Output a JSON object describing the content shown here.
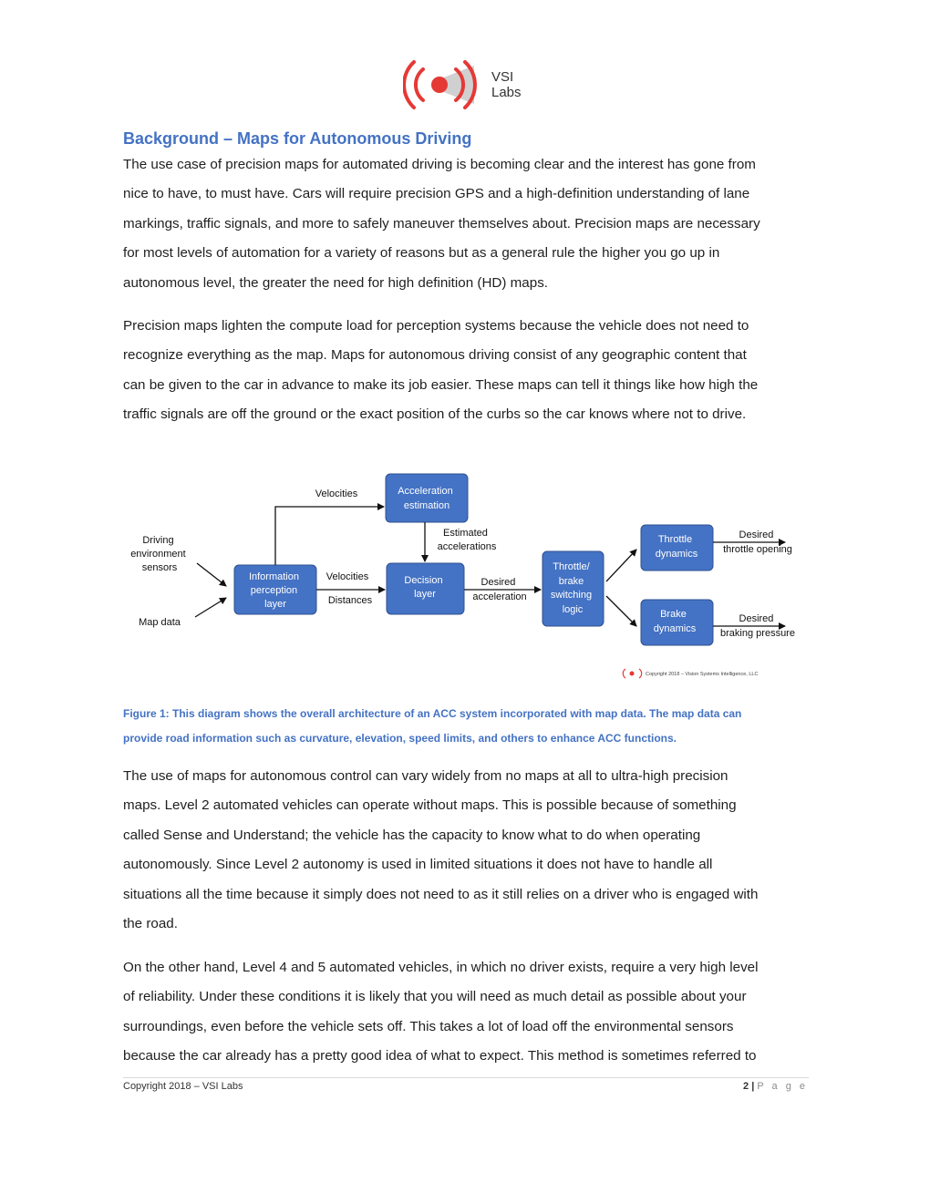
{
  "logo": {
    "line1": "VSI",
    "line2": "Labs",
    "accent_color": "#e53935"
  },
  "heading": "Background – Maps for Autonomous Driving",
  "paragraphs": {
    "p1": [
      "The use case of precision maps for automated driving is becoming clear and the interest has gone from",
      "nice to have, to must have. Cars will require precision GPS and a high-definition understanding of lane",
      "markings, traffic signals, and more to safely maneuver themselves about. Precision maps are necessary",
      "for most levels of automation for a variety of reasons but as a general rule the higher you go up in",
      "autonomous level, the greater the need for high definition (HD) maps."
    ],
    "p2": [
      "Precision maps lighten the compute load for perception systems because the vehicle does not need to",
      "recognize everything as the map. Maps for autonomous driving consist of any geographic content that",
      "can be given to the car in advance to make its job easier. These maps can tell it things like how high the",
      "traffic signals are off the ground or the exact position of the curbs so the car knows where not to drive."
    ],
    "p3": [
      "The use of maps for autonomous control can vary widely from no maps at all to ultra-high precision",
      "maps. Level 2 automated vehicles can operate without maps. This is possible because of something",
      "called Sense and Understand; the vehicle has the capacity to know what to do when operating",
      "autonomously. Since Level 2 autonomy is used in limited situations it does not have to handle all",
      "situations all the time because it simply does not need to as it still relies on a driver who is engaged with",
      "the road."
    ],
    "p4": [
      "On the other hand, Level 4 and 5 automated vehicles, in which no driver exists, require a very high level",
      "of reliability. Under these conditions it is likely that you will need as much detail as possible about your",
      "surroundings, even before the vehicle sets off. This takes a lot of load off the environmental sensors",
      "because the car already has a pretty good idea of what to expect. This method is sometimes referred to"
    ]
  },
  "diagram": {
    "box_color": "#4472c4",
    "inputs": {
      "sensors": [
        "Driving",
        "environment",
        "sensors"
      ],
      "map": "Map data"
    },
    "boxes": {
      "info": [
        "Information",
        "perception",
        "layer"
      ],
      "accel": [
        "Acceleration",
        "estimation"
      ],
      "decision": [
        "Decision",
        "layer"
      ],
      "switch": [
        "Throttle/",
        "brake",
        "switching",
        "logic"
      ],
      "throttle": [
        "Throttle",
        "dynamics"
      ],
      "brake": [
        "Brake",
        "dynamics"
      ]
    },
    "labels": {
      "velocities_up": "Velocities",
      "velocities_mid": "Velocities",
      "distances": "Distances",
      "estimated": [
        "Estimated",
        "accelerations"
      ],
      "desired_accel": [
        "Desired",
        "acceleration"
      ],
      "desired_throttle": [
        "Desired",
        "throttle opening"
      ],
      "desired_braking": [
        "Desired",
        "braking pressure"
      ]
    },
    "copyright": "Copyright 2018 – Vision Systems Intelligence, LLC"
  },
  "caption": [
    "Figure 1: This diagram shows the overall architecture of an ACC system incorporated with map data. The map data can",
    "provide road information such as curvature, elevation, speed limits, and others to enhance ACC functions."
  ],
  "footer": {
    "left": "Copyright 2018 – VSI Labs",
    "page_number": "2",
    "separator": "|",
    "page_word": "P a g e"
  }
}
